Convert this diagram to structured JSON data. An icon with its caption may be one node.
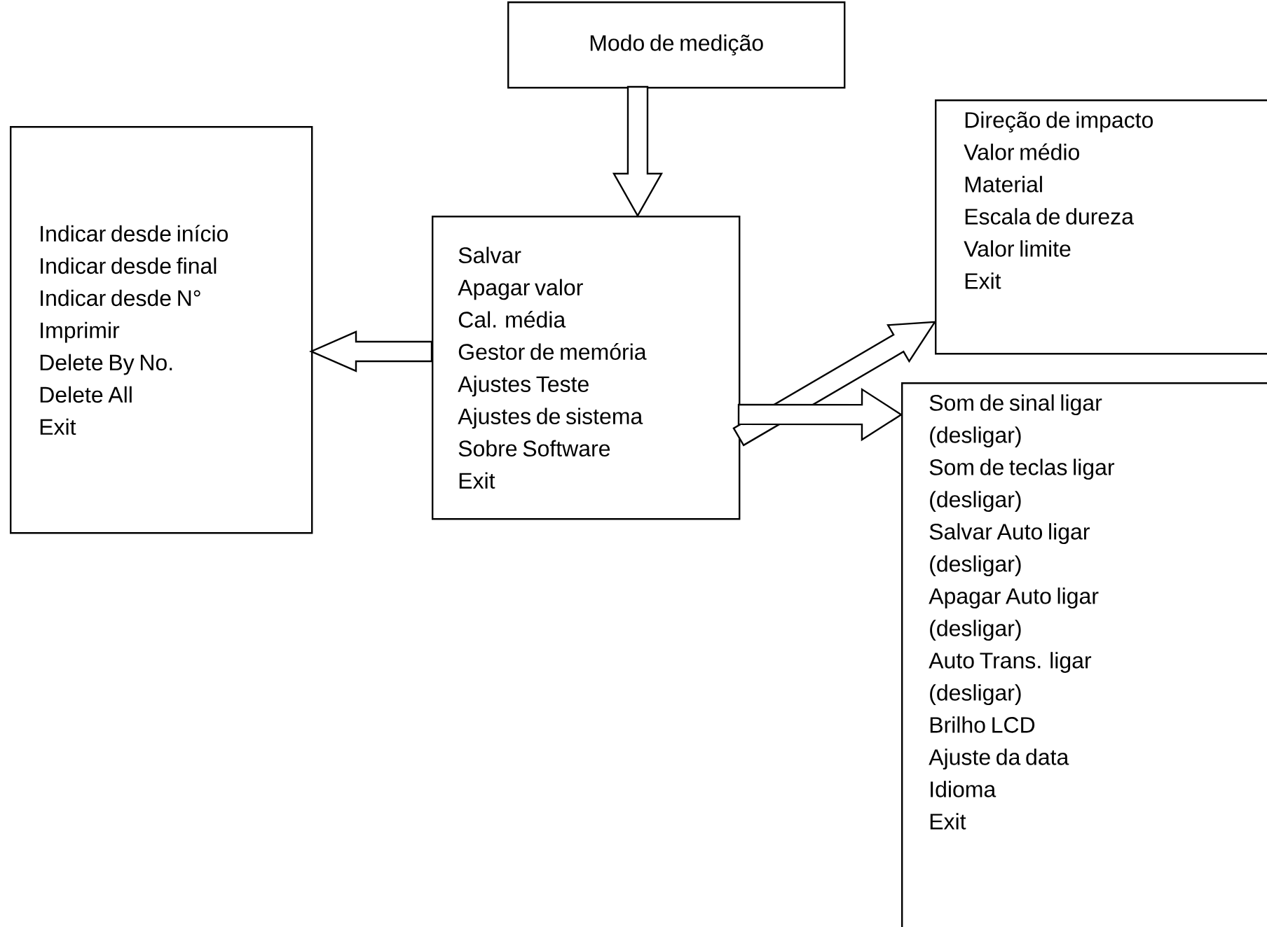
{
  "diagram": {
    "nodes": [
      {
        "text": [
          "Modo de medição"
        ]
      },
      {
        "text": [
          "Salvar",
          "Apagar valor",
          "Cal. média",
          "Gestor de memória",
          "Ajustes Teste",
          "Ajustes de sistema",
          "Sobre Software",
          "Exit"
        ]
      },
      {
        "text": [
          "Indicar desde início",
          "Indicar desde final",
          "Indicar desde N°",
          "Imprimir",
          "Delete By No.",
          "Delete All",
          "Exit"
        ]
      },
      {
        "text": [
          "Direção de impacto",
          "Valor médio",
          "Material",
          "Escala de dureza",
          "Valor limite",
          "Exit"
        ]
      },
      {
        "text": [
          "Som de sinal ligar (desligar)",
          "Som de teclas ligar (desligar)",
          "Salvar Auto ligar (desligar)",
          "Apagar Auto ligar (desligar)",
          "Auto Trans. ligar (desligar)",
          "Brilho LCD",
          "Ajuste da data",
          "Idioma",
          "Exit"
        ]
      }
    ],
    "edges": [
      {
        "from": 0,
        "to": 1,
        "arrow": "to"
      },
      {
        "from": 1,
        "to": 2,
        "arrow": "to"
      },
      {
        "from": 1,
        "to": 3,
        "arrow": "to"
      },
      {
        "from": 1,
        "to": 4,
        "arrow": "to"
      }
    ]
  }
}
